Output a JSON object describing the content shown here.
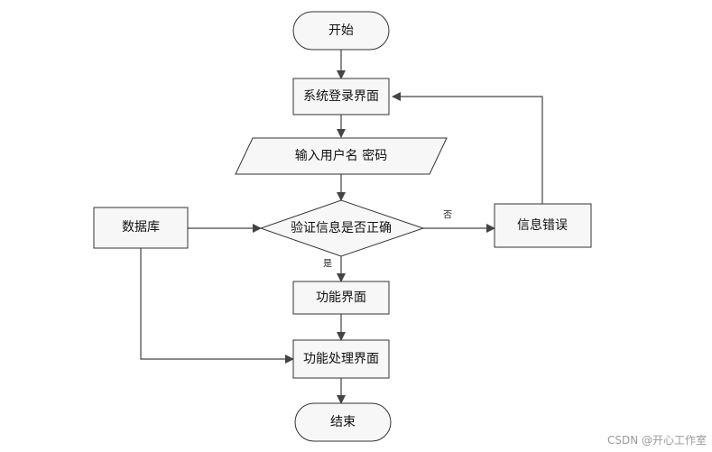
{
  "nodes": {
    "start": "开始",
    "login": "系统登录界面",
    "input": "输入用户名 密码",
    "verify": "验证信息是否正确",
    "database": "数据库",
    "error": "信息错误",
    "func_ui": "功能界面",
    "func_process": "功能处理界面",
    "end": "结束"
  },
  "edges": {
    "no": "否",
    "yes": "是"
  },
  "watermark": "CSDN @开心工作室",
  "colors": {
    "node_fill": "#f7f7f7",
    "stroke": "#333333",
    "watermark": "#9a9a9a"
  }
}
